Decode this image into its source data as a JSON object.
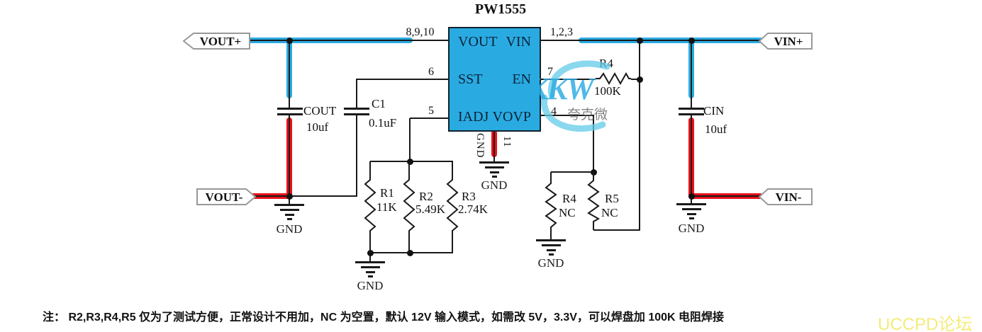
{
  "title": "PW1555",
  "ic": {
    "pin_vout": "VOUT",
    "pin_vin": "VIN",
    "pin_sst": "SST",
    "pin_en": "EN",
    "pin_iadj": "IADJ",
    "pin_vovp": "VOVP"
  },
  "pin_numbers": {
    "vout": "8,9,10",
    "vin": "1,2,3",
    "sst": "6",
    "en": "7",
    "iadj": "5",
    "vovp": "4",
    "gnd": "11"
  },
  "labels": {
    "gnd": "GND"
  },
  "connectors": {
    "vout_plus": "VOUT+",
    "vout_minus": "VOUT-",
    "vin_plus": "VIN+",
    "vin_minus": "VIN-"
  },
  "components": {
    "cout": {
      "ref": "COUT",
      "value": "10uf"
    },
    "c1": {
      "ref": "C1",
      "value": "0.1uF"
    },
    "cin": {
      "ref": "CIN",
      "value": "10uf"
    },
    "r1": {
      "ref": "R1",
      "value": "11K"
    },
    "r2": {
      "ref": "R2",
      "value": "5.49K"
    },
    "r3": {
      "ref": "R3",
      "value": "2.74K"
    },
    "r4": {
      "ref": "R4",
      "value": "100K"
    },
    "r4nc": {
      "ref": "R4",
      "value": "NC"
    },
    "r5nc": {
      "ref": "R5",
      "value": "NC"
    }
  },
  "note": "注： R2,R3,R4,R5 仅为了测试方便，正常设计不用加，NC 为空置，默认 12V 输入模式，如需改 5V，3.3V，可以焊盘加 100K 电阻焊接",
  "watermark": {
    "logo": "KKW",
    "company": "夸克微",
    "forum": "UCCPD论坛"
  },
  "colors": {
    "ic_fill": "#29abe2",
    "wire_highlight_blue": "#29abe2",
    "wire_highlight_red": "#e8121a",
    "forum_yellow": "#f3ec79"
  }
}
